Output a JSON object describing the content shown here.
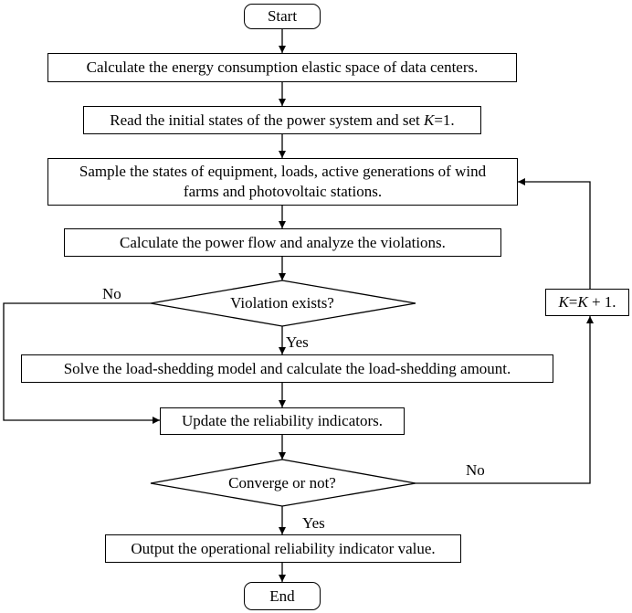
{
  "flowchart": {
    "start": "Start",
    "end": "End",
    "step1": "Calculate the energy consumption elastic space of data centers.",
    "step2": {
      "before": "Read the initial states of the power system and set ",
      "var": "K",
      "after": "=1."
    },
    "step3": {
      "line1": "Sample the states of equipment, loads, active generations of wind",
      "line2": "farms and photovoltaic stations."
    },
    "step4": "Calculate the power flow and analyze the violations.",
    "decision1": "Violation exists?",
    "step5": "Solve the load-shedding model and calculate the load-shedding amount.",
    "step6": "Update the reliability indicators.",
    "decision2": "Converge or not?",
    "step7": "Output the operational reliability indicator value.",
    "increment": {
      "var1": "K",
      "eq": "=",
      "var2": "K",
      "rest": " + 1."
    },
    "labels": {
      "yes": "Yes",
      "no": "No"
    }
  }
}
